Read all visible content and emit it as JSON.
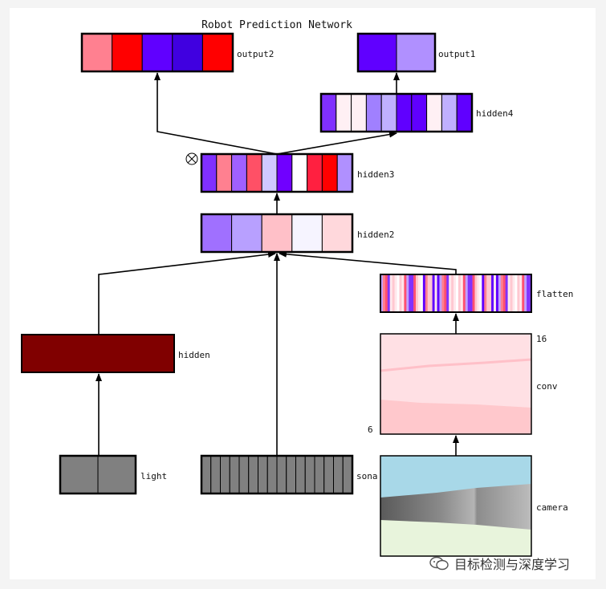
{
  "title": "Robot Prediction Network",
  "layers": {
    "output2": {
      "label": "output2",
      "colors": [
        "#ff8090",
        "#ff0000",
        "#6000ff",
        "#4000e0",
        "#ff0000"
      ]
    },
    "output1": {
      "label": "output1",
      "colors": [
        "#6000ff",
        "#b090ff"
      ]
    },
    "hidden4": {
      "label": "hidden4",
      "colors": [
        "#8030ff",
        "#fff0f4",
        "#fff0f4",
        "#a080ff",
        "#c0b0ff",
        "#6000ff",
        "#6000ff",
        "#fff0f4",
        "#c0b0ff",
        "#6000ff"
      ]
    },
    "hidden3": {
      "label": "hidden3",
      "colors": [
        "#8030ff",
        "#ff8090",
        "#a060ff",
        "#ff5066",
        "#d0c8ff",
        "#7000ff",
        "#ffffff",
        "#ff2040",
        "#ff0000",
        "#b090ff"
      ]
    },
    "hidden2": {
      "label": "hidden2",
      "colors": [
        "#a070ff",
        "#b8a0ff",
        "#ffc0c8",
        "#f6f4ff",
        "#ffd8dc"
      ]
    },
    "flatten": {
      "label": "flatten"
    },
    "hidden": {
      "label": "hidden",
      "color": "#800000"
    },
    "conv": {
      "label": "conv",
      "top_value": "16",
      "bottom_value": "6"
    },
    "camera": {
      "label": "camera"
    },
    "light": {
      "label": "light",
      "colors": [
        "#808080",
        "#808080"
      ]
    },
    "sona": {
      "label": "sona",
      "cell_count": 16,
      "color": "#808080"
    }
  },
  "watermark": {
    "text": "目标检测与深度学习",
    "icon": "wechat-icon"
  }
}
